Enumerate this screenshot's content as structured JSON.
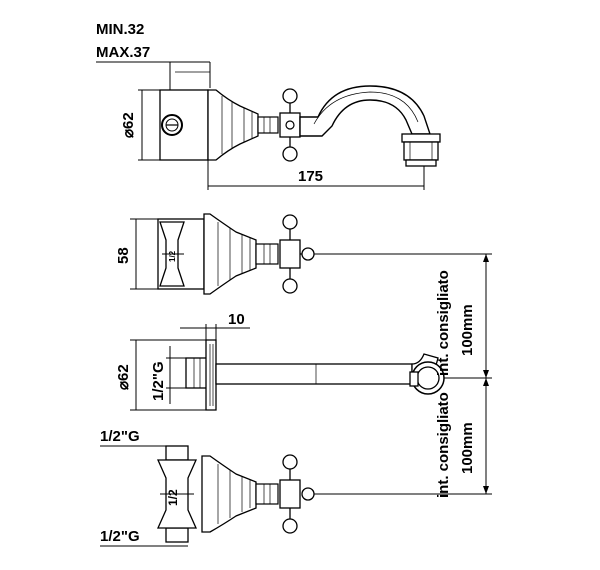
{
  "labels": {
    "min_depth": "MIN.32",
    "max_depth": "MAX.37",
    "rosette_diameter_top": "⌀62",
    "spout_length": "175",
    "body_height": "58",
    "flange_offset": "10",
    "rosette_diameter_mid": "⌀62",
    "thread_mid": "1/2\"G",
    "thread_bottom_top": "1/2\"G",
    "thread_bottom_bottom": "1/2\"G",
    "spacing_upper_line1": "int. consigliato",
    "spacing_upper_line2": "100mm",
    "spacing_lower_line1": "int. consigliato",
    "spacing_lower_line2": "100mm",
    "body_mark": "1/2"
  }
}
